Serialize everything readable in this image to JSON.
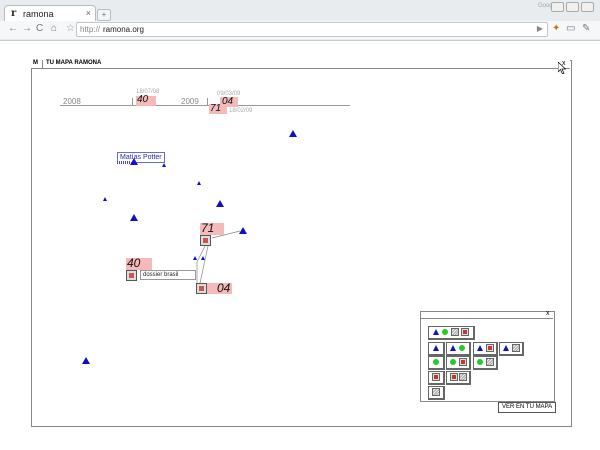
{
  "browser": {
    "tab_title": "ramona",
    "favicon_glyph": "r",
    "url_scheme": "http://",
    "url_host": "ramona.org",
    "top_right_label": "Google"
  },
  "panel": {
    "m_label": "M",
    "title": "TU MAPA RAMONA",
    "close_label": "x"
  },
  "timeline": {
    "year_2008": "2008",
    "year_2009": "2009",
    "date_a": "18/07/08",
    "date_b": "09/03/09",
    "date_c": "18/02/09",
    "num_40": "40",
    "num_71": "71",
    "num_04": "04"
  },
  "map": {
    "person_label": "Matías Potter",
    "num_71": "71",
    "num_40": "40",
    "num_04": "04",
    "dossier_label": "dossier brasil"
  },
  "legend": {
    "close_label": "x",
    "button_label": "VER EN TU MAPA"
  },
  "colors": {
    "triangle": "#1010c8",
    "circle": "#22cc22",
    "highlight": "#f4b9b9"
  }
}
